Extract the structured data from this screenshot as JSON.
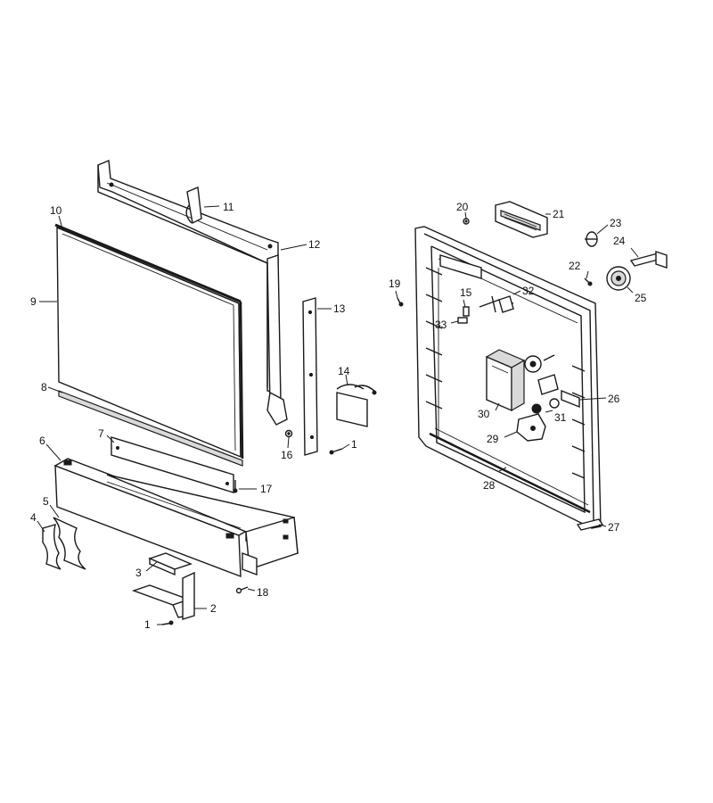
{
  "diagram": {
    "type": "exploded-parts",
    "callouts": {
      "c1a": "1",
      "c1b": "1",
      "c2": "2",
      "c3": "3",
      "c4": "4",
      "c5": "5",
      "c6": "6",
      "c7": "7",
      "c8": "8",
      "c9": "9",
      "c10": "10",
      "c11": "11",
      "c12": "12",
      "c13": "13",
      "c14": "14",
      "c15": "15",
      "c16": "16",
      "c17": "17",
      "c18": "18",
      "c19": "19",
      "c20": "20",
      "c21": "21",
      "c22": "22",
      "c23": "23",
      "c24": "24",
      "c25": "25",
      "c26": "26",
      "c27": "27",
      "c28": "28",
      "c29": "29",
      "c30": "30",
      "c31": "31",
      "c32": "32",
      "c33": "33"
    }
  }
}
